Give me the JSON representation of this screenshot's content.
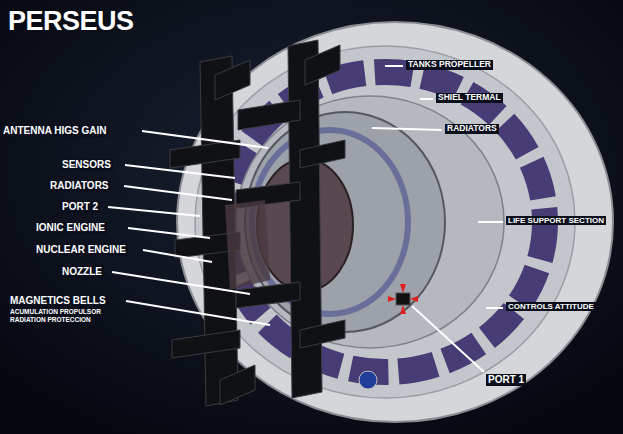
{
  "diagram": {
    "title": "PERSEUS",
    "labels": [
      "TANKS PROPELLER",
      "SHIEL TERMAL",
      "ANTENNA HIGS GAIN",
      "RADIATORS",
      "SENSORS",
      "RADIATORS",
      "PORT 2",
      "LIFE SUPPORT SECTION",
      "IONIC ENGINE",
      "NUCLEAR ENGINE",
      "NOZZLE",
      "MAGNETICS BELLS",
      "CONTROLS ATTITUDE",
      "ACUMULATION PROPULSOR",
      "RADIATION PROTECCION",
      "PORT 1"
    ]
  }
}
